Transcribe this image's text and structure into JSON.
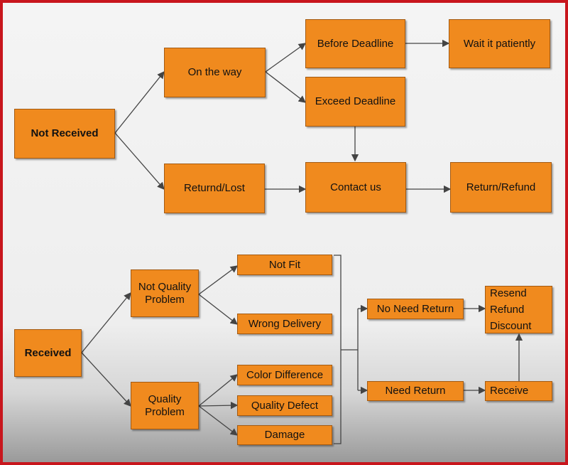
{
  "section_not_received": {
    "root": "Not Received",
    "on_the_way": "On the way",
    "before_deadline": "Before Deadline",
    "wait_patiently": "Wait it patiently",
    "exceed_deadline": "Exceed Deadline",
    "returnd_lost": "Returnd/Lost",
    "contact_us": "Contact us",
    "return_refund": "Return/Refund"
  },
  "section_received": {
    "root": "Received",
    "not_quality_problem": [
      "Not Quality",
      "Problem"
    ],
    "quality_problem": [
      "Quality",
      "Problem"
    ],
    "not_fit": "Not Fit",
    "wrong_delivery": "Wrong Delivery",
    "color_difference": "Color Difference",
    "quality_defect": "Quality Defect",
    "damage": "Damage",
    "no_need_return": "No Need Return",
    "need_return": "Need Return",
    "receive": "Receive",
    "resolution": [
      "Resend",
      "Refund",
      "Discount"
    ]
  },
  "colors": {
    "box_fill": "#f08a1e",
    "frame_border": "#c8161d",
    "connector": "#444444"
  }
}
